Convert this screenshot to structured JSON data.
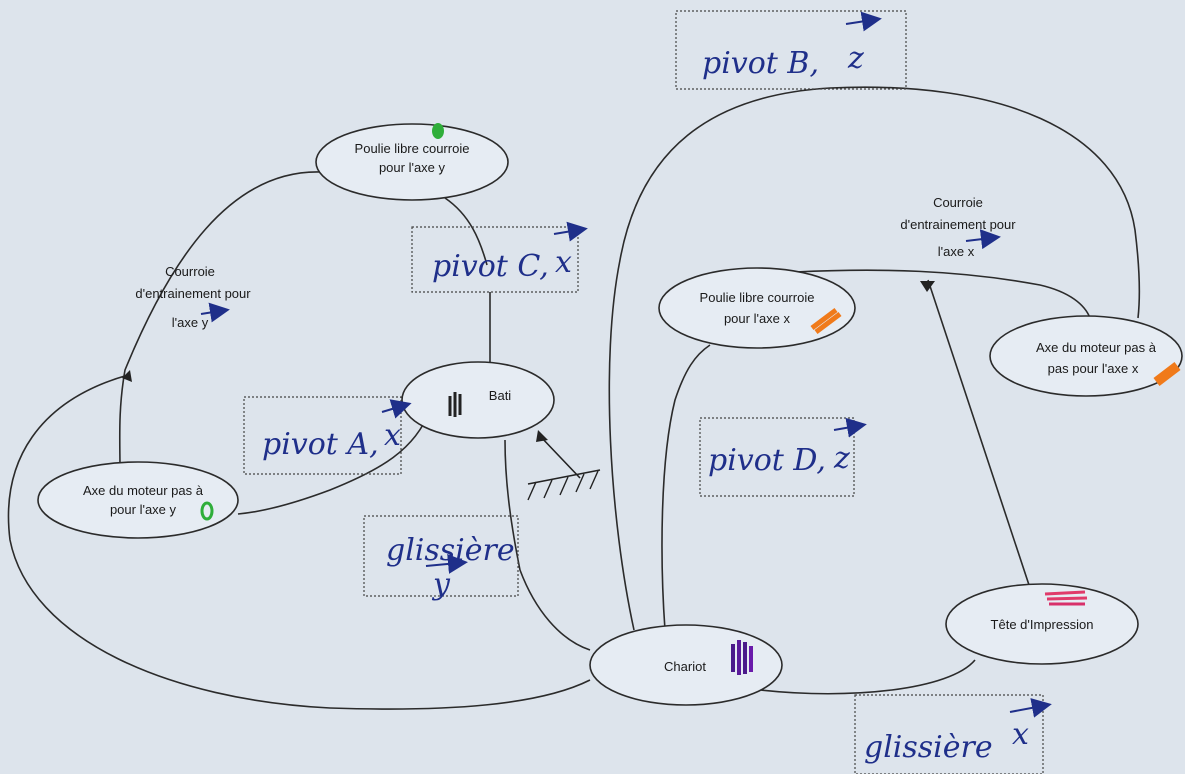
{
  "nodes": {
    "poulie_y": {
      "line1": "Poulie libre courroie",
      "line2": "pour l'axe y"
    },
    "bati": {
      "label": "Bati"
    },
    "moteur_y": {
      "line1": "Axe du moteur pas à",
      "line2": "pour l'axe y"
    },
    "chariot": {
      "label": "Chariot"
    },
    "poulie_x": {
      "line1": "Poulie libre courroie",
      "line2": "pour l'axe x"
    },
    "moteur_x": {
      "line1": "Axe du moteur pas à",
      "line2": "pas pour l'axe x"
    },
    "tete": {
      "label": "Tête d'Impression"
    }
  },
  "belt_labels": {
    "y": {
      "line1": "Courroie",
      "line2": "d'entrainement pour",
      "line3": "l'axe y"
    },
    "x": {
      "line1": "Courroie",
      "line2": "d'entrainement pour",
      "line3": "l'axe x"
    }
  },
  "joints": {
    "pivot_a": {
      "text": "pivot A,",
      "axis": "x"
    },
    "pivot_b": {
      "text": "pivot B,",
      "axis": "z"
    },
    "pivot_c": {
      "text": "pivot C,",
      "axis": "x"
    },
    "pivot_d": {
      "text": "pivot D,",
      "axis": "z"
    },
    "glissiere_y": {
      "text": "glissière",
      "axis": "y"
    },
    "glissiere_x": {
      "text": "glissière",
      "axis": "x"
    }
  },
  "colors": {
    "background": "#dde4ec",
    "handwriting": "#1f2f8a",
    "green_mark": "#2fae3a",
    "orange_mark": "#f07a1a",
    "pink_mark": "#e03a6a",
    "purple_mark": "#4a1a8a",
    "black_mark": "#222222"
  }
}
